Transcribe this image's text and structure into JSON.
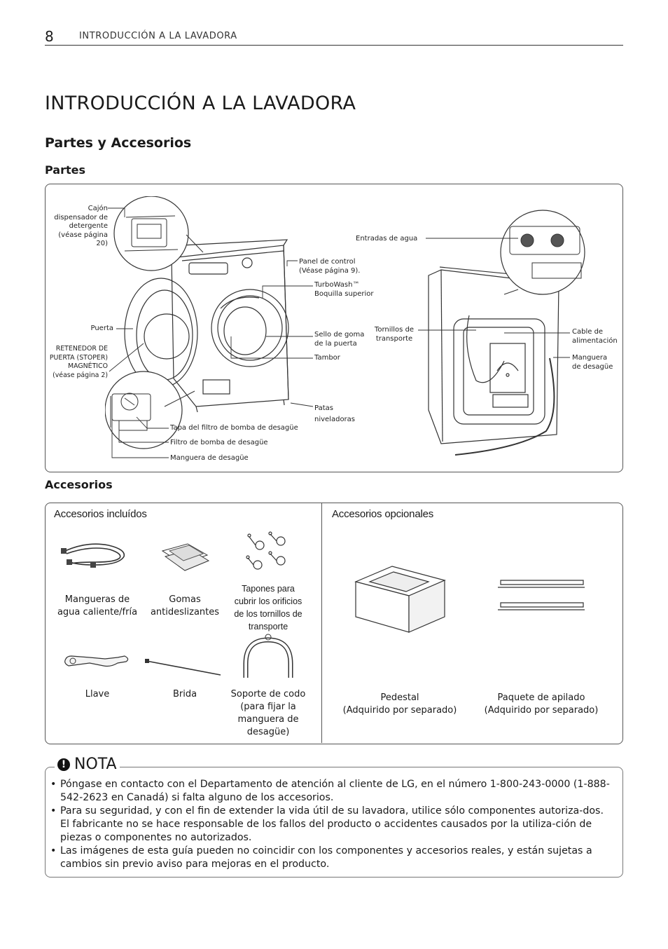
{
  "header": {
    "page_number": "8",
    "section": "INTRODUCCIÓN A LA LAVADORA"
  },
  "title": "INTRODUCCIÓN A LA LAVADORA",
  "subtitle": "Partes y Accesorios",
  "parts": {
    "heading": "Partes",
    "labels": {
      "cajon": "Cajón\ndispensador de\ndetergente\n(véase página\n20)",
      "puerta": "Puerta",
      "retenedor": "RETENEDOR DE\nPUERTA (STOPER)\nMAGNÉTICO\n(véase página 2)",
      "panel": "Panel de control\n(Véase página 9).",
      "turbowash": "TurboWash™\nBoquilla superior",
      "sello": "Sello de goma\nde la puerta",
      "tambor": "Tambor",
      "patas": "Patas\nniveladoras",
      "tapa_filtro": "Tapa del filtro de bomba de desagüe",
      "filtro": "Filtro de bomba de desagüe",
      "manguera_desague_front": "Manguera de desagüe",
      "entradas": "Entradas de agua",
      "tornillos": "Tornillos de\ntransporte",
      "cable": "Cable de\nalimentación",
      "manguera_back": "Manguera\nde desagüe"
    }
  },
  "accessories": {
    "heading": "Accesorios",
    "included": {
      "heading": "Accesorios incluídos",
      "items": [
        "Mangueras de\nagua caliente/fría",
        "Gomas\nantideslizantes",
        "Tapones para\ncubrir los orificios\nde los tornillos de\ntransporte",
        "Llave",
        "Brida",
        "Soporte de codo\n(para fijar la\nmanguera de\ndesagüe)"
      ]
    },
    "optional": {
      "heading": "Accesorios opcionales",
      "items": [
        "Pedestal\n(Adquirido por separado)",
        "Paquete de apilado\n(Adquirido por separado)"
      ]
    }
  },
  "note": {
    "title": "NOTA",
    "items": [
      "Póngase en contacto con el Departamento de atención al cliente de LG, en el número 1-800-243-0000 (1-888-542-2623 en Canadá) si falta alguno de los accesorios.",
      "Para su seguridad, y con el fin de extender la vida útil de su lavadora, utilice sólo componentes autoriza-dos. El fabricante no se hace responsable de los fallos del producto o accidentes causados por la utiliza-ción de piezas o componentes no autorizados.",
      "Las imágenes de esta guía pueden no coincidir con los componentes y accesorios reales, y están sujetas a cambios sin previo aviso para mejoras en el producto."
    ]
  }
}
